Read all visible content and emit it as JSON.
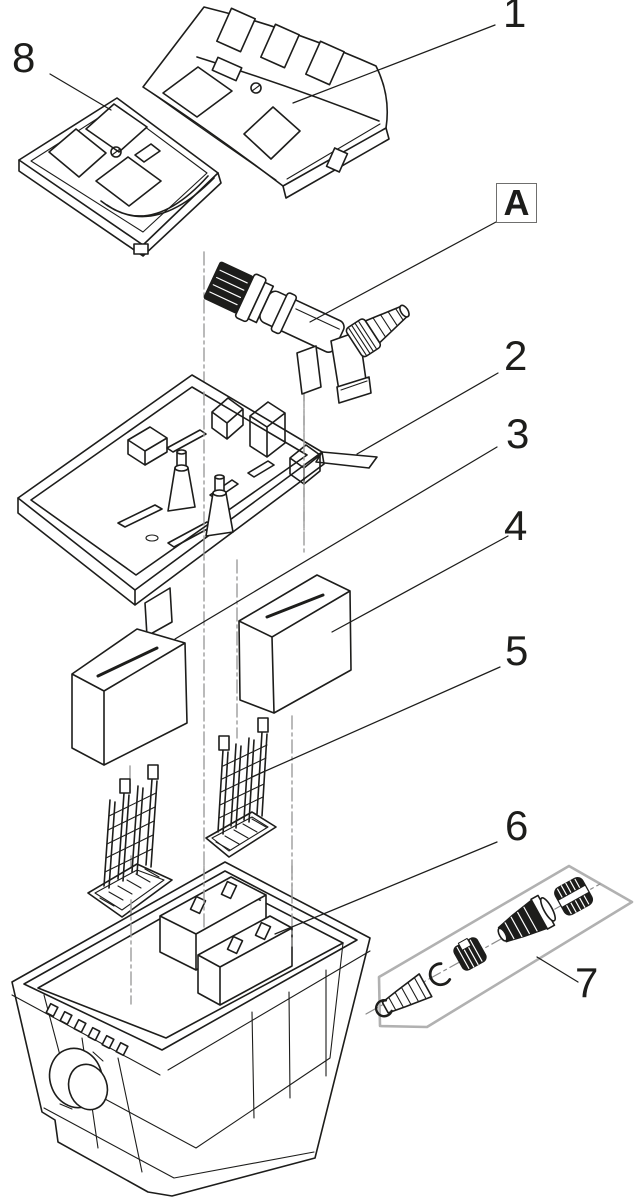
{
  "diagram": {
    "kind": "exploded-parts-diagram",
    "background": "#ffffff"
  },
  "colors": {
    "line": "#1d1d1b",
    "construction_line": "#9d9d9c",
    "kit_box": "#b1b1b1",
    "label": "#1d1d1b"
  },
  "callouts": [
    {
      "label": "1",
      "boxed": false
    },
    {
      "label": "2",
      "boxed": false
    },
    {
      "label": "3",
      "boxed": false
    },
    {
      "label": "4",
      "boxed": false
    },
    {
      "label": "5",
      "boxed": false
    },
    {
      "label": "6",
      "boxed": false
    },
    {
      "label": "7",
      "boxed": false
    },
    {
      "label": "8",
      "boxed": false
    },
    {
      "label": "A",
      "boxed": true
    }
  ]
}
